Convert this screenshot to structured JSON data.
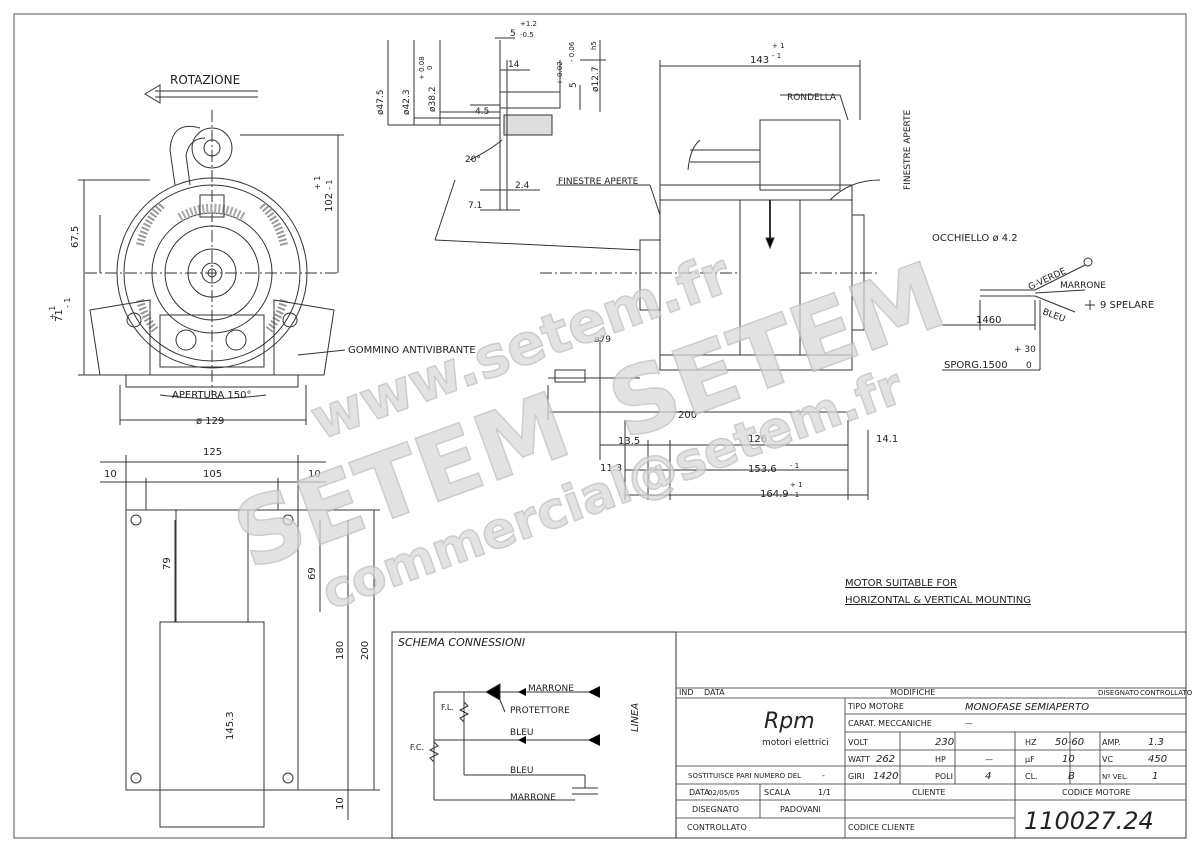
{
  "drawing": {
    "rotation_label": "ROTAZIONE",
    "front_view": {
      "dims": {
        "h_67_5": "67.5",
        "h_71": "71",
        "tol_71_plus": "+ 1",
        "tol_71_minus": "- 1",
        "h_102": "102",
        "tol_102_plus": "+ 1",
        "tol_102_minus": "- 1",
        "opening": "APERTURA 150°",
        "diameter": "ø 129"
      },
      "rubber_label": "GOMMINO ANTIVIBRANTE"
    },
    "shaft_detail": {
      "d47_5": "ø47.5",
      "d42_3": "ø42.3",
      "d38_2": "ø38.2",
      "d38_tol_plus": "+ 0.08",
      "d38_tol_zero": "0",
      "d12_7": "ø12.7",
      "d12_tol": "h5",
      "top_5": "5",
      "top_5_tol_plus": "+1.2",
      "top_5_tol_minus": "-0.5",
      "w14": "14",
      "w5": "5",
      "w5_tol_plus": "+ 0.02",
      "w5_tol_minus": "- 0.06",
      "w4_5": "4.5",
      "ang20": "20°",
      "w2_4": "2.4",
      "w7_1": "7.1"
    },
    "side_view": {
      "top_dim": "143",
      "top_tol_plus": "+ 1",
      "top_tol_minus": "- 1",
      "rondella": "RONDELLA",
      "finestre_aperte_1": "FINESTRE APERTE",
      "finestre_aperte_2": "FINESTRE APERTE",
      "d79": "ø79",
      "d200": "200",
      "d13_5": "13.5",
      "d126": "126",
      "d14_1": "14.1",
      "d11_3": "11.3",
      "d153_6": "153.6",
      "d153_tol_minus": "- 1",
      "d164_9": "164.9",
      "d164_tol_plus": "+ 1",
      "d164_tol_minus": "- 1"
    },
    "cable_detail": {
      "eyelet": "OCCHIELLO ø 4.2",
      "green_yellow": "G-VERDE",
      "brown": "MARRONE",
      "blue": "BLEU",
      "strip": "9 SPELARE",
      "len1460": "1460",
      "tol_plus30": "+ 30",
      "tol_zero": "0",
      "overhang": "SPORG.1500"
    },
    "base_view": {
      "w125": "125",
      "w10a": "10",
      "w105": "105",
      "w10b": "10",
      "h79": "79",
      "h69": "69",
      "h180": "180",
      "h200": "200",
      "h145_3": "145.3",
      "h10": "10"
    },
    "mounting_note": [
      "MOTOR SUITABLE FOR",
      "HORIZONTAL & VERTICAL MOUNTING"
    ]
  },
  "schema": {
    "title": "SCHEMA CONNESSIONI",
    "marrone": "MARRONE",
    "protettore": "PROTETTORE",
    "bleu1": "BLEU",
    "bleu2": "BLEU",
    "marrone2": "MARRONE",
    "fl": "F.L.",
    "fc": "F.C.",
    "linea": "LINEA"
  },
  "titleblock": {
    "ind": "IND",
    "data_h": "DATA",
    "modifiche": "MODIFICHE",
    "disegnato_h": "DISEGNATO",
    "controllato_h": "CONTROLLATO",
    "logo": "Rpm",
    "logo_sub": "motori elettrici",
    "tipo_label": "TIPO MOTORE",
    "tipo_value": "MONOFASE SEMIAPERTO",
    "carat_label": "CARAT. MECCANICHE",
    "carat_value": "—",
    "volt_label": "VOLT",
    "volt_value": "230",
    "hz_label": "HZ",
    "hz_value": "50-60",
    "amp_label": "AMP.",
    "amp_value": "1.3",
    "watt_label": "WATT",
    "watt_value": "262",
    "hp_label": "HP",
    "hp_value": "—",
    "uf_label": "µF",
    "uf_value": "10",
    "vc_label": "VC",
    "vc_value": "450",
    "giri_label": "GIRI",
    "giri_value": "1420",
    "poli_label": "POLI",
    "poli_value": "4",
    "cl_label": "CL.",
    "cl_value": "B",
    "nvel_label": "Nº VEL.",
    "nvel_value": "1",
    "sostituisce_label": "SOSTITUISCE PARI NUMERO DEL",
    "sostituisce_value": "-",
    "data_label": "DATA",
    "data_value": "02/05/05",
    "scala_label": "SCALA",
    "scala_value": "1/1",
    "cliente_label": "CLIENTE",
    "codice_motore_label": "CODICE MOTORE",
    "disegnato_label": "DISEGNATO",
    "disegnato_value": "PADOVANI",
    "controllato_label": "CONTROLLATO",
    "codice_cliente_label": "CODICE CLIENTE",
    "codice_motore_value": "110027.24"
  },
  "watermark": {
    "line1": "www.setem.fr",
    "line2": "SETEM",
    "line3": "SETEM",
    "line4": "commercial@setem.fr"
  }
}
